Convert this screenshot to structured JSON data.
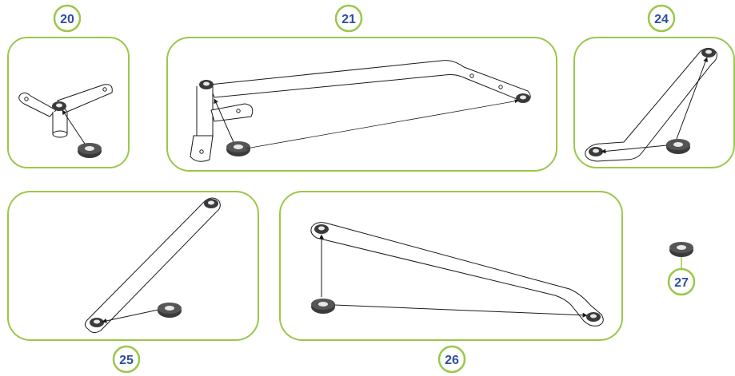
{
  "steps": [
    {
      "label": "20",
      "part": "base bracket with two bearings"
    },
    {
      "label": "21",
      "part": "long arm with post"
    },
    {
      "label": "24",
      "part": "angled link"
    },
    {
      "label": "25",
      "part": "straight link"
    },
    {
      "label": "26",
      "part": "long bent link"
    },
    {
      "label": "27",
      "part": "loose bearing"
    }
  ],
  "colors": {
    "panel_border": "#9bc74a",
    "badge_border": "#9bc74a",
    "badge_fill": "#ffffff",
    "number_text": "#2e4f9f",
    "line_art": "#1a1a1a",
    "bearing_outer": "#3a3a3a",
    "bearing_inner": "#e8e8e8"
  },
  "icons": {
    "bearing": "bearing-ring-icon",
    "arrow": "arrow-icon"
  }
}
